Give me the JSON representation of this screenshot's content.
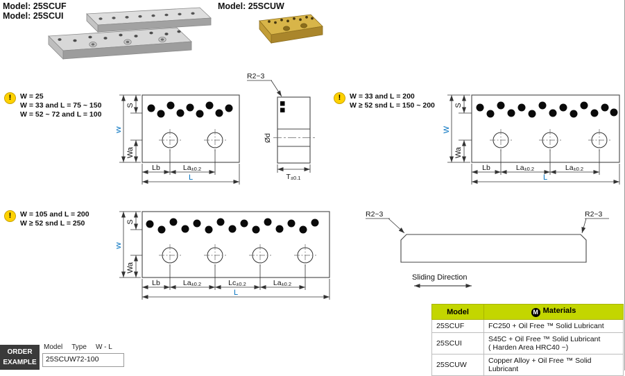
{
  "page": {
    "model_scuf": "Model: 25SCUF",
    "model_scui": "Model: 25SCUI",
    "model_scuw": "Model: 25SCUW"
  },
  "colors": {
    "dimension_blue": "#0070bf",
    "table_header_green": "#c3d600",
    "note_icon_yellow": "#ffd200",
    "plug_dot_black": "#0a0a0a",
    "brass_gold": "#d8b549"
  },
  "notes": {
    "icon": "!",
    "n1": [
      "W = 25",
      "W = 33 and L = 75 ~ 150",
      "W = 52 ~ 72 and L = 100"
    ],
    "n2": [
      "W = 33 and L = 200",
      "W ≥ 52 snd L = 150 ~ 200"
    ],
    "n3": [
      "W = 105 and L = 200",
      "W ≥ 52 snd L = 250"
    ]
  },
  "dims": {
    "S": "S",
    "W": "W",
    "Wa": "Wa",
    "Lb": "Lb",
    "La": "La",
    "Lc": "Lc",
    "L": "L",
    "tol": "±0.2",
    "T": "T",
    "tolT": "±0.1",
    "R": "R2~3",
    "d": "Ød"
  },
  "profile": {
    "r_left": "R2~3",
    "r_right": "R2~3",
    "sliding_direction": "Sliding Direction"
  },
  "materials_table": {
    "header_model": "Model",
    "header_materials": "Materials",
    "m_badge": "M",
    "rows": [
      {
        "model": "25SCUF",
        "material": "FC250 + Oil Free ™ Solid Lubricant",
        "material2": ""
      },
      {
        "model": "25SCUI",
        "material": "S45C + Oil Free ™ Solid Lubricant",
        "material2": "( Harden Area HRC40 ~)"
      },
      {
        "model": "25SCUW",
        "material": "Copper Alloy + Oil Free ™ Solid Lubricant",
        "material2": ""
      }
    ]
  },
  "order_example": {
    "label_line1": "ORDER",
    "label_line2": "EXAMPLE",
    "columns": [
      "Model",
      "Type",
      "W - L"
    ],
    "value": "25SCUW72-100"
  }
}
